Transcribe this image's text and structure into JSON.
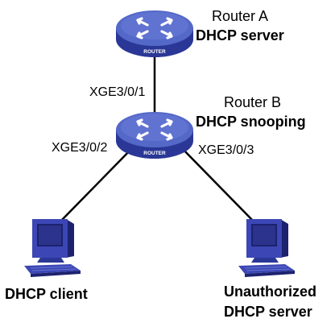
{
  "nodes": {
    "router_a": {
      "name": "Router A",
      "role": "DHCP server",
      "badge": "ROUTER",
      "icon": "router-icon"
    },
    "router_b": {
      "name": "Router B",
      "role": "DHCP snooping",
      "badge": "ROUTER",
      "icon": "router-icon"
    },
    "dhcp_client": {
      "label": "DHCP client",
      "icon": "computer-icon"
    },
    "unauthorized_server": {
      "label_line1": "Unauthorized",
      "label_line2": "DHCP server",
      "icon": "computer-icon"
    }
  },
  "ports": {
    "router_b_uplink": "XGE3/0/1",
    "router_b_client": "XGE3/0/2",
    "router_b_unauth": "XGE3/0/3"
  },
  "colors": {
    "router_top": "#5468c8",
    "router_side": "#2a3796",
    "pc_body": "#3c46b4",
    "pc_dark": "#1c226e",
    "link": "#000000"
  }
}
